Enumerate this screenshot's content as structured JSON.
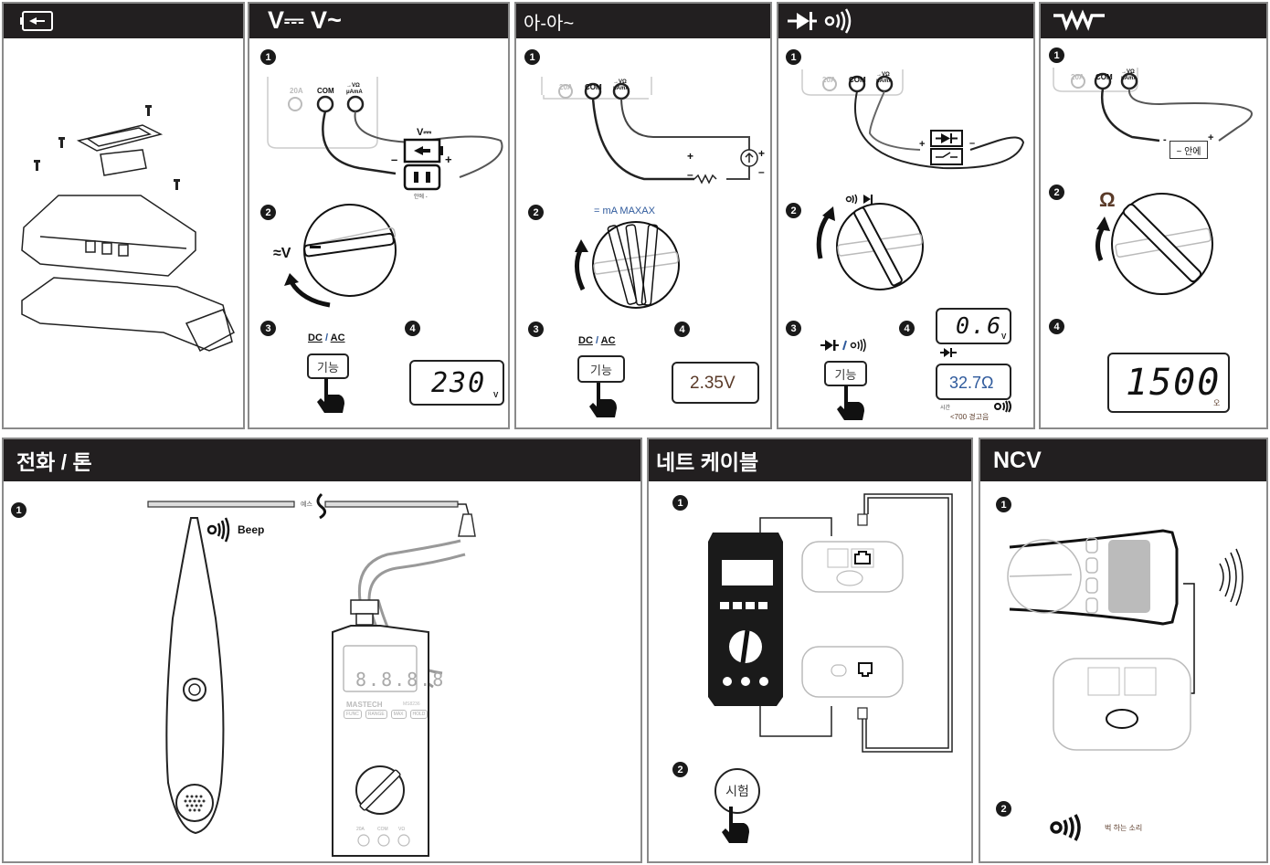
{
  "panels": {
    "battery": {
      "header_icon": "battery-replace-icon"
    },
    "voltage": {
      "title": "V⎓ V~",
      "steps": [
        "1",
        "2",
        "3",
        "4"
      ],
      "jack_labels": {
        "a20": "20A",
        "com": "COM",
        "vohm": "→VΩ μAmA"
      },
      "source_label": "V⎓",
      "source_small_label": "안에 -",
      "minus": "–",
      "plus": "+",
      "dial_label": "≈V",
      "mode_label": "DC / AC",
      "dc": "DC",
      "ac": "AC",
      "slash": "/",
      "func_button": "기능",
      "reading": "230",
      "unit": "V"
    },
    "current": {
      "title": "아-아~",
      "steps": [
        "1",
        "2",
        "3",
        "4"
      ],
      "jack_labels": {
        "a20": "20A",
        "com": "COM",
        "vohm": "→VΩ μAmA"
      },
      "plus": "+",
      "minus": "–",
      "dial_label": "= mA MAXAX",
      "dc": "DC",
      "ac": "AC",
      "slash": "/",
      "func_button": "기능",
      "reading": "2.35V"
    },
    "diode": {
      "title_icon": "diode-continuity-icon",
      "steps": [
        "1",
        "2",
        "3",
        "4"
      ],
      "jack_labels": {
        "a20": "20A",
        "com": "COM",
        "vohm": "→VΩ μAmA"
      },
      "plus": "+",
      "minus": "–",
      "func_button": "기능",
      "slash": "/",
      "reading_top": "0.6",
      "unit_top": "V",
      "reading_bottom": "32.7Ω",
      "note_small": "시간",
      "note": "<700 경고음"
    },
    "resistance": {
      "title_icon": "resistor-icon",
      "steps": [
        "1",
        "2",
        "4"
      ],
      "jack_labels": {
        "a20": "20A",
        "com": "COM",
        "vohm": "→VΩ μAmA"
      },
      "component_label": "~ 안에",
      "plus": "+",
      "minus": "-",
      "dial_label": "Ω",
      "reading": "1500",
      "unit": "오"
    },
    "tone": {
      "title": "전화 / 톤",
      "steps": [
        "1"
      ],
      "wire_label": "예스",
      "beep": "Beep",
      "meter_display": "8.8.8.8",
      "meter_brand": "MASTECH",
      "meter_model": "MS8236",
      "meter_buttons": [
        "FUNC",
        "RANGE",
        "MAX",
        "HOLD"
      ],
      "meter_jacks": [
        "20A",
        "COM",
        "VΩ"
      ]
    },
    "net": {
      "title": "네트 케이블",
      "steps": [
        "1",
        "2"
      ],
      "test_button": "시험"
    },
    "ncv": {
      "title": "NCV",
      "steps": [
        "1",
        "2"
      ],
      "beep_label": "벅 하는 소리"
    }
  },
  "colors": {
    "header_bg": "#221f20",
    "accent_blue": "#2f5a9c",
    "accent_brown": "#5a3a28",
    "border": "#8a8a8a"
  }
}
